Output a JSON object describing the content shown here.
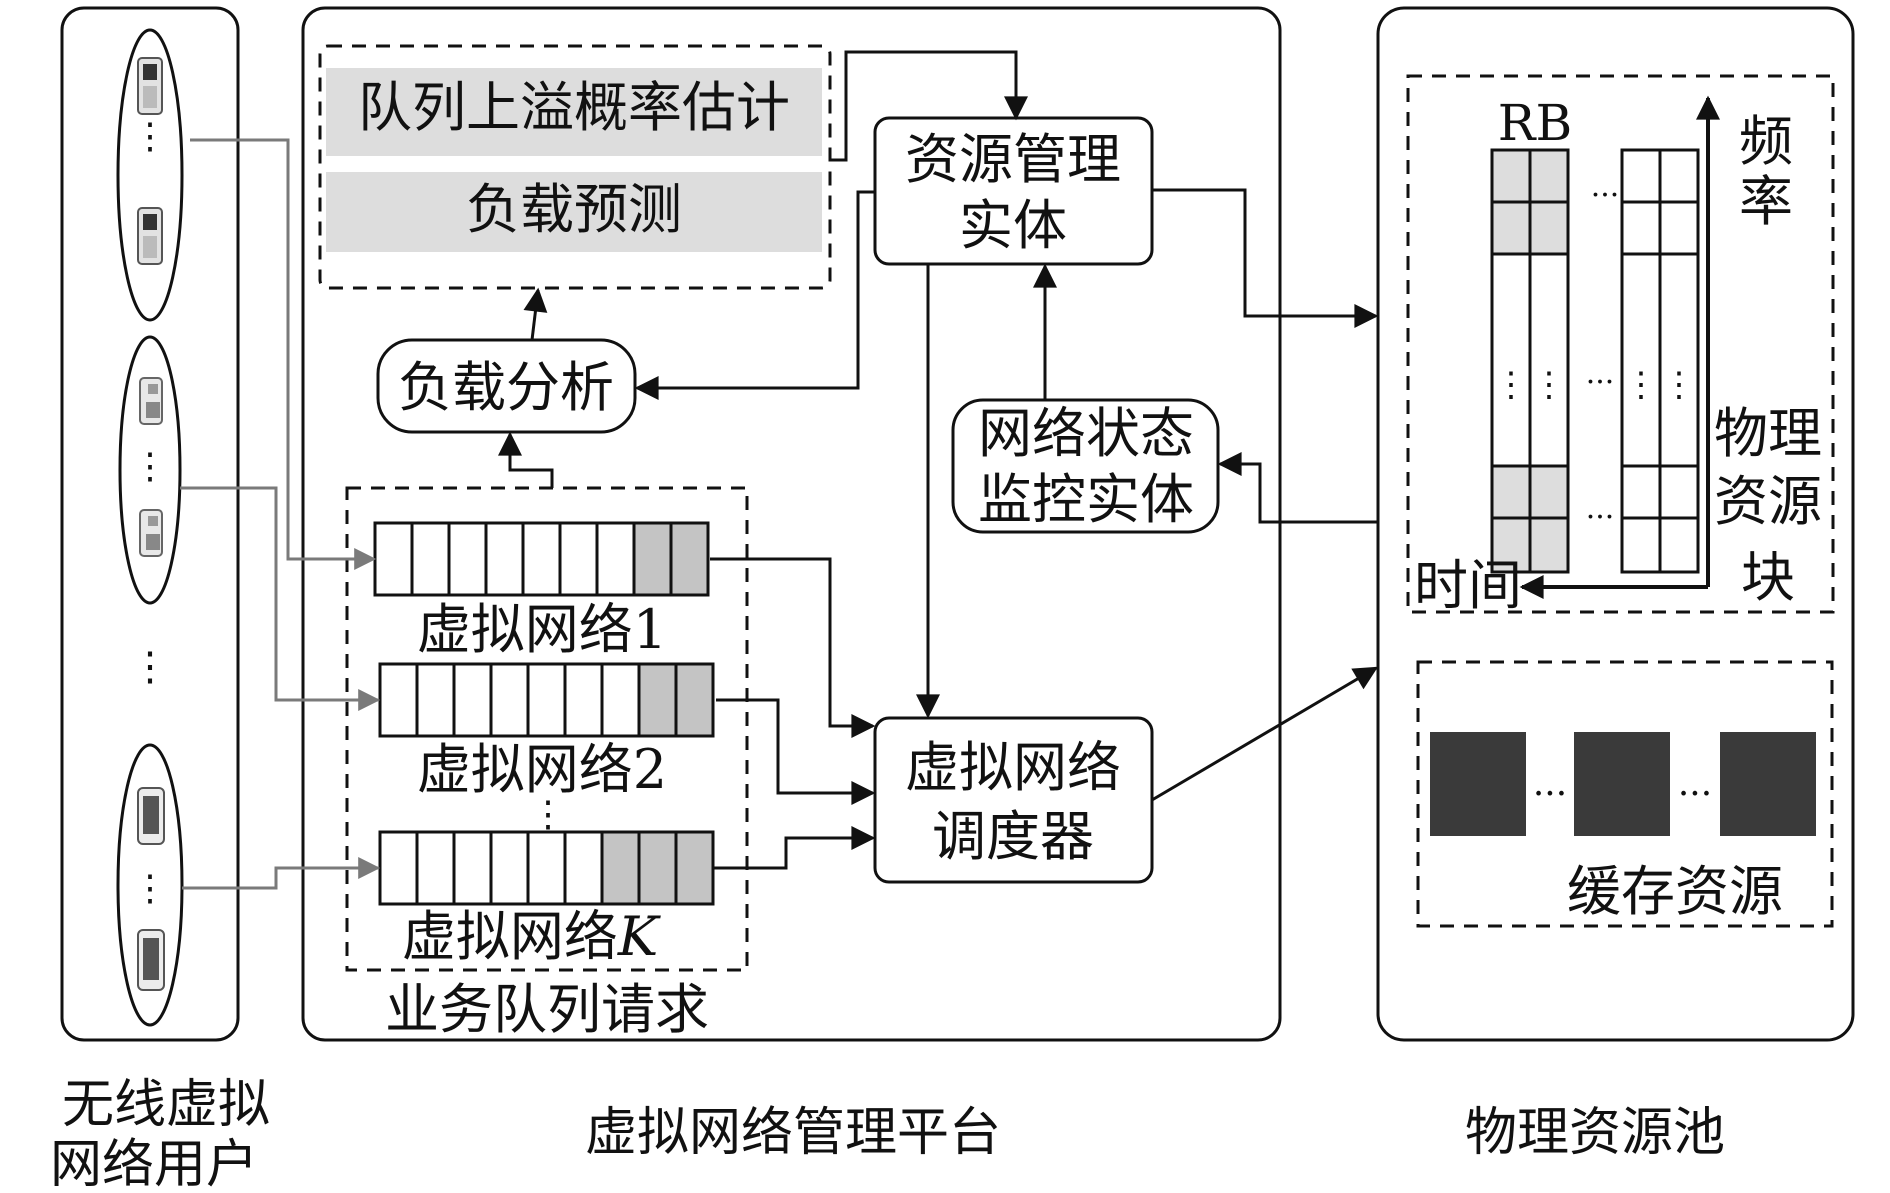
{
  "panels": {
    "users": {
      "caption_line1": "无线虚拟",
      "caption_line2": "网络用户"
    },
    "platform": {
      "caption": "虚拟网络管理平台"
    },
    "pool": {
      "caption": "物理资源池"
    }
  },
  "estimation": {
    "overflow_label": "队列上溢概率估计",
    "load_predict_label": "负载预测"
  },
  "nodes": {
    "resource_mgr_line1": "资源管理",
    "resource_mgr_line2": "实体",
    "load_analysis": "负载分析",
    "monitor_line1": "网络状态",
    "monitor_line2": "监控实体",
    "scheduler_line1": "虚拟网络",
    "scheduler_line2": "调度器"
  },
  "queues": {
    "caption": "业务队列请求",
    "vn1": "虚拟网络1",
    "vn2": "虚拟网络2",
    "vnk_prefix": "虚拟网络",
    "vnk_suffix": "K"
  },
  "rb_grid": {
    "rb_label": "RB",
    "freq_char1": "频",
    "freq_char2": "率",
    "time_label": "时间",
    "prb_line1": "物理",
    "prb_line2": "资源",
    "prb_line3": "块"
  },
  "cache": {
    "label": "缓存资源"
  },
  "colors": {
    "line": "#111111",
    "gray_fill": "#dddddd",
    "queue_fill": "#c4c4c4",
    "cache_fill": "#3a3a3a",
    "user_arrow": "#7a7a7a"
  }
}
